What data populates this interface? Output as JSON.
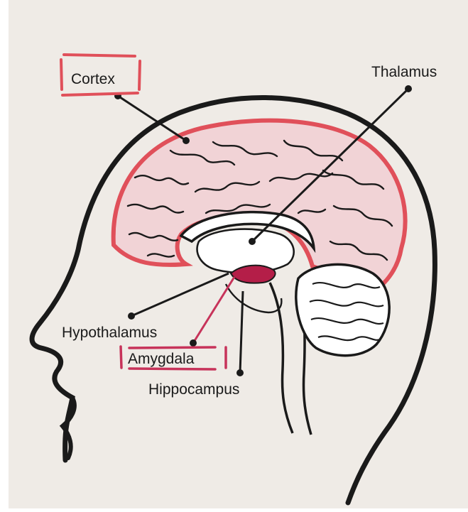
{
  "labels": {
    "cortex": "Cortex",
    "thalamus": "Thalamus",
    "hypothalamus": "Hypothalamus",
    "amygdala": "Amygdala",
    "hippocampus": "Hippocampus"
  },
  "colors": {
    "paper": "#efebe6",
    "ink": "#1a1a1a",
    "cortex_outline": "#e0505a",
    "cortex_fill": "#f1d3d6",
    "amygdala_fill": "#b41e48",
    "highlight": "#c7335a"
  }
}
